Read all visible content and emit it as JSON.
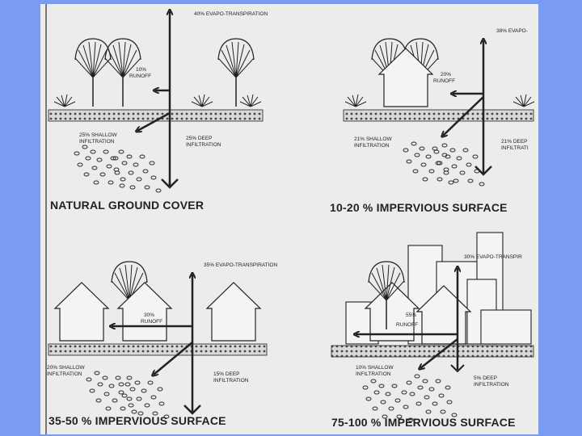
{
  "colors": {
    "background": "#7a9cf0",
    "paper": "#ececec",
    "ink": "#222222"
  },
  "panels": [
    {
      "title": "NATURAL GROUND COVER",
      "evapo": "40% EVAPO-TRANSPIRATION",
      "runoff_pct": "10%",
      "runoff": "RUNOFF",
      "shallow_pct": "25% SHALLOW",
      "shallow": "INFILTRATION",
      "deep_pct": "25% DEEP",
      "deep": "INFILTRATION"
    },
    {
      "title": "10-20 % IMPERVIOUS SURFACE",
      "evapo": "38% EVAPO-",
      "runoff_pct": "20%",
      "runoff": "RUNOFF",
      "shallow_pct": "21% SHALLOW",
      "shallow": "INFILTRATION",
      "deep_pct": "21% DEEP",
      "deep": "INFILTRATI"
    },
    {
      "title": "35-50 % IMPERVIOUS SURFACE",
      "evapo": "35% EVAPO-TRANSPIRATION",
      "runoff_pct": "30%",
      "runoff": "RUNOFF",
      "shallow_pct": "20% SHALLOW",
      "shallow": "INFILTRATION",
      "deep_pct": "15% DEEP",
      "deep": "INFILTRATION"
    },
    {
      "title": "75-100 % IMPERVIOUS SURFACE",
      "evapo": "30% EVAPO-TRANSPIR",
      "runoff_pct": "55%",
      "runoff": "RUNOFF",
      "shallow_pct": "10% SHALLOW",
      "shallow": "INFILTRATION",
      "deep_pct": "5% DEEP",
      "deep": "INFILTRATION"
    }
  ]
}
